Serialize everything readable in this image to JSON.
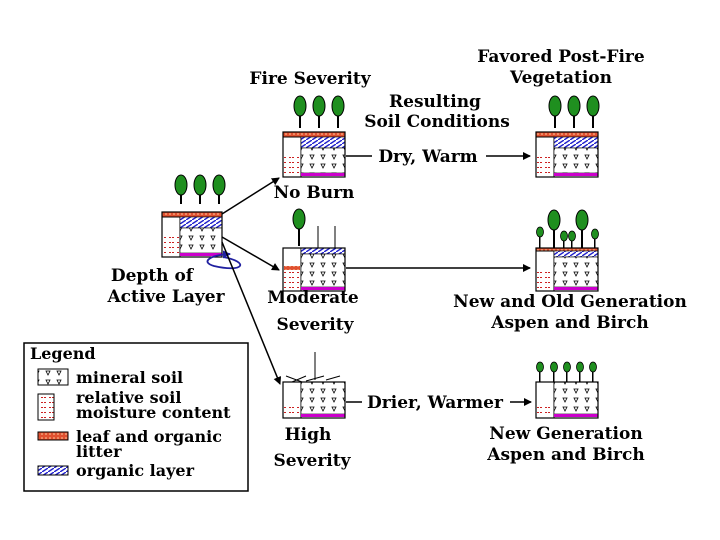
{
  "headers": {
    "fire_severity": "Fire Severity",
    "resulting_line1": "Resulting",
    "resulting_line2": "Soil Conditions",
    "favored_line1": "Favored Post-Fire",
    "favored_line2": "Vegetation"
  },
  "depth_label": {
    "line1": "Depth of",
    "line2": "Active Layer"
  },
  "scenarios": [
    {
      "severity_line1": "No Burn",
      "severity_line2": "",
      "conditions": "Dry, Warm",
      "vegetation_line1": "",
      "vegetation_line2": ""
    },
    {
      "severity_line1": "Moderate",
      "severity_line2": "Severity",
      "conditions": "",
      "vegetation_line1": "New and Old Generation",
      "vegetation_line2": "Aspen and Birch"
    },
    {
      "severity_line1": "High",
      "severity_line2": "Severity",
      "conditions": "Drier, Warmer",
      "vegetation_line1": "New Generation",
      "vegetation_line2": "Aspen and Birch"
    }
  ],
  "legend": {
    "title": "Legend",
    "items": [
      {
        "line1": "mineral soil",
        "line2": ""
      },
      {
        "line1": "relative soil",
        "line2": "moisture content"
      },
      {
        "line1": "leaf and organic",
        "line2": "litter"
      },
      {
        "line1": "organic layer",
        "line2": ""
      }
    ]
  },
  "colors": {
    "tree_green": "#1f8f1f",
    "litter_red": "#e05030",
    "organic_blue": "#2020cc",
    "moisture_red": "#cc2222",
    "permafrost_magenta": "#cc00cc",
    "depth_arrow_blue": "#2020a0"
  }
}
